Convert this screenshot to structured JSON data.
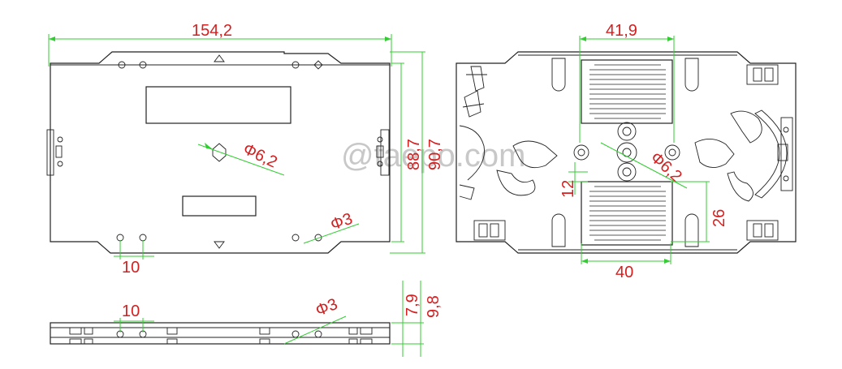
{
  "watermark": "@taepo.com",
  "dims": {
    "top_width": "154,2",
    "inner_height": "88,7",
    "outer_height": "90,7",
    "hole_dia_large": "Φ6,2",
    "hole_dia_small": "Φ3",
    "hole_spacing": "10",
    "side_spacing": "10",
    "side_hole": "Φ3",
    "side_h1": "7,9",
    "side_h2": "9,8",
    "tray_top_width": "41,9",
    "tray_bottom_width": "40",
    "tray_hole": "Φ6,2",
    "tray_gap": "12",
    "tray_height": "26"
  }
}
